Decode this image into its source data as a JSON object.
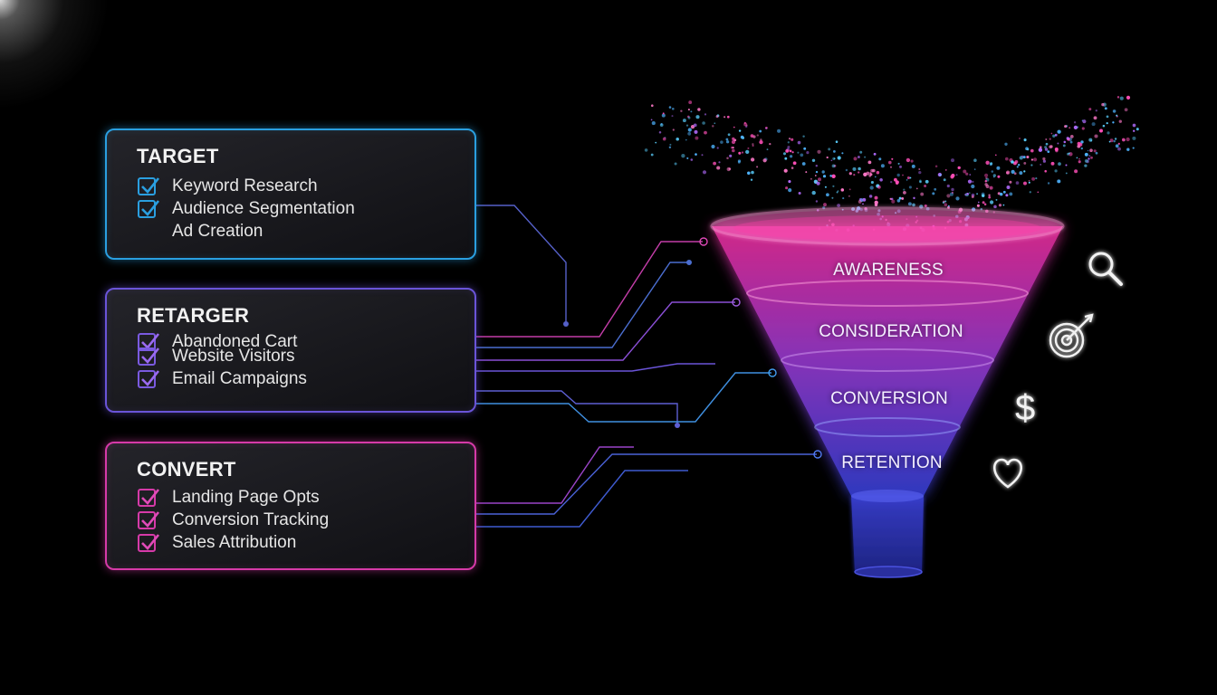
{
  "cards": [
    {
      "id": "target",
      "title": "TARGET",
      "color": "#2a9fe0",
      "items": [
        {
          "label": "Keyword Research",
          "checked": true
        },
        {
          "label": "Audience Segmentation",
          "checked": true
        },
        {
          "label": "Ad Creation",
          "checked": false
        }
      ]
    },
    {
      "id": "retarget",
      "title": "RETARGER",
      "color": "#6a54d8",
      "items": [
        {
          "label": "Abandoned Cart",
          "checked": true
        },
        {
          "label": "Website Visitors",
          "checked": true
        },
        {
          "label": "Email Campaigns",
          "checked": true
        }
      ]
    },
    {
      "id": "convert",
      "title": "CONVERT",
      "color": "#d63aa8",
      "items": [
        {
          "label": "Landing Page Opts",
          "checked": true
        },
        {
          "label": "Conversion Tracking",
          "checked": true
        },
        {
          "label": "Sales Attribution",
          "checked": true
        }
      ]
    }
  ],
  "funnel": {
    "stages": [
      "AWARENESS",
      "CONSIDERATION",
      "CONVERSION",
      "RETENTION"
    ],
    "colors": {
      "top": "#ff2fa6",
      "middle": "#a23ee0",
      "bottom": "#3a45e8"
    }
  },
  "icons": [
    "magnifier-icon",
    "target-icon",
    "dollar-icon",
    "heart-icon"
  ]
}
